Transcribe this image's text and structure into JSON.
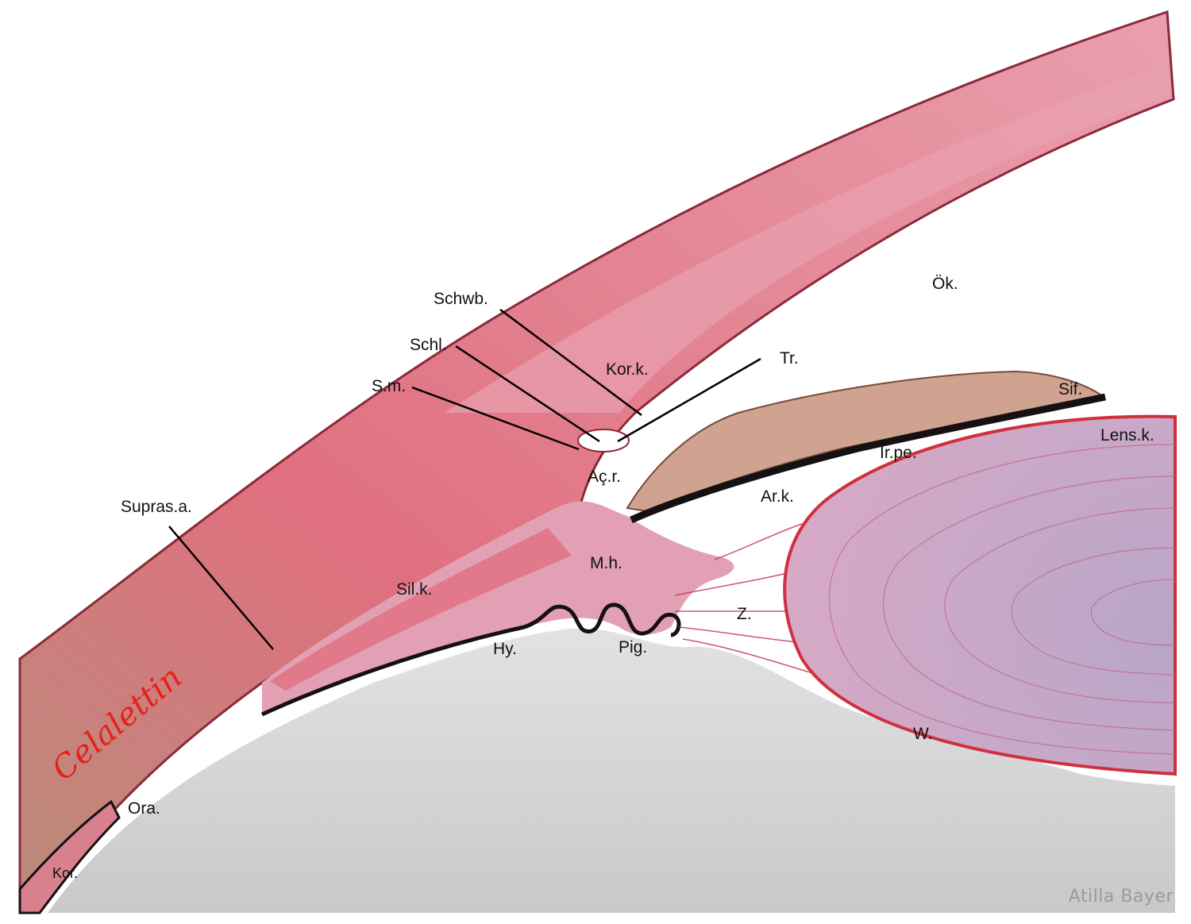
{
  "labels": {
    "schwb": "Schwb.",
    "schl": "Schl.",
    "sm": "S.m.",
    "kork": "Kor.k.",
    "tr": "Tr.",
    "ok": "Ök.",
    "sif": "Sif.",
    "lensk": "Lens.k.",
    "irpe": "İr.pe.",
    "acr": "Aç.r.",
    "ark": "Ar.k.",
    "supras": "Supras.a.",
    "mh": "M.h.",
    "silk": "Sil.k.",
    "z": "Z.",
    "hy": "Hy.",
    "pig": "Pig.",
    "w": "W.",
    "ora": "Ora.",
    "kor": "Kor."
  },
  "signature": "Celalettin",
  "credit": "Atilla Bayer",
  "colors": {
    "cornea": "#e07a8a",
    "sclera_outer": "#c97a6e",
    "ciliary": "#e3a0b4",
    "iris_stroma": "#cfa38f",
    "pigment": "#151012",
    "lens": "#c8a6c8",
    "vitreous": "#d4d4d4",
    "zonule": "#c0304a",
    "signature": "#e3231b"
  }
}
